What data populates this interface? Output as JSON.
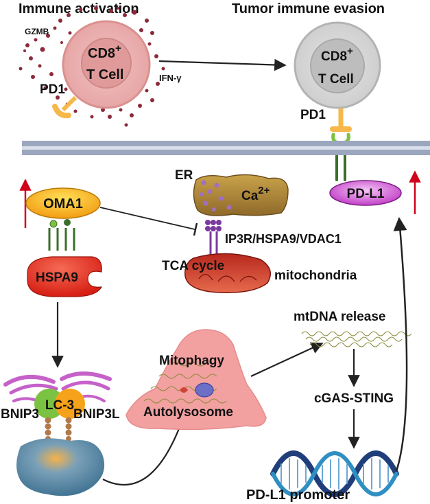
{
  "headers": {
    "left": "Immune activation",
    "right": "Tumor immune evasion"
  },
  "left_cell": {
    "line1": "CD8",
    "sup": "+",
    "line2": "T Cell",
    "gzmb": "GZMB",
    "ifng": "IFN-γ",
    "receptor": "PD1"
  },
  "right_cell": {
    "line1": "CD8",
    "sup": "+",
    "line2": "T Cell",
    "receptor": "PD1"
  },
  "pdl1": "PD-L1",
  "oma1": "OMA1",
  "hspa9": "HSPA9",
  "er": {
    "label": "ER",
    "ca": "Ca",
    "ca_sup": "2+"
  },
  "ip3r": "IP3R/HSPA9/VDAC1",
  "tca": "TCA cycle",
  "mito": "mitochondria",
  "lc3": "LC-3",
  "bnip3": "BNIP3",
  "bnip3l": "BNIP3L",
  "mitophagy": "Mitophagy",
  "autolysosome": "Autolysosome",
  "mtdna": "mtDNA release",
  "cgas": "cGAS-STING",
  "promoter": "PD-L1 promoter",
  "colors": {
    "arrow_up": "#d0021b",
    "cgas_text": "#e0201f",
    "membrane": "#9ba7bd",
    "pdl1_fill": "#c23fc8",
    "oma1_fill": "#f5b800",
    "hspa9_fill": "#e2261c",
    "lc3_green": "#7cc242",
    "lc3_orange": "#f7a21b",
    "autolysosome": "#f2a0a0",
    "mitochondria": "#c0392b"
  }
}
